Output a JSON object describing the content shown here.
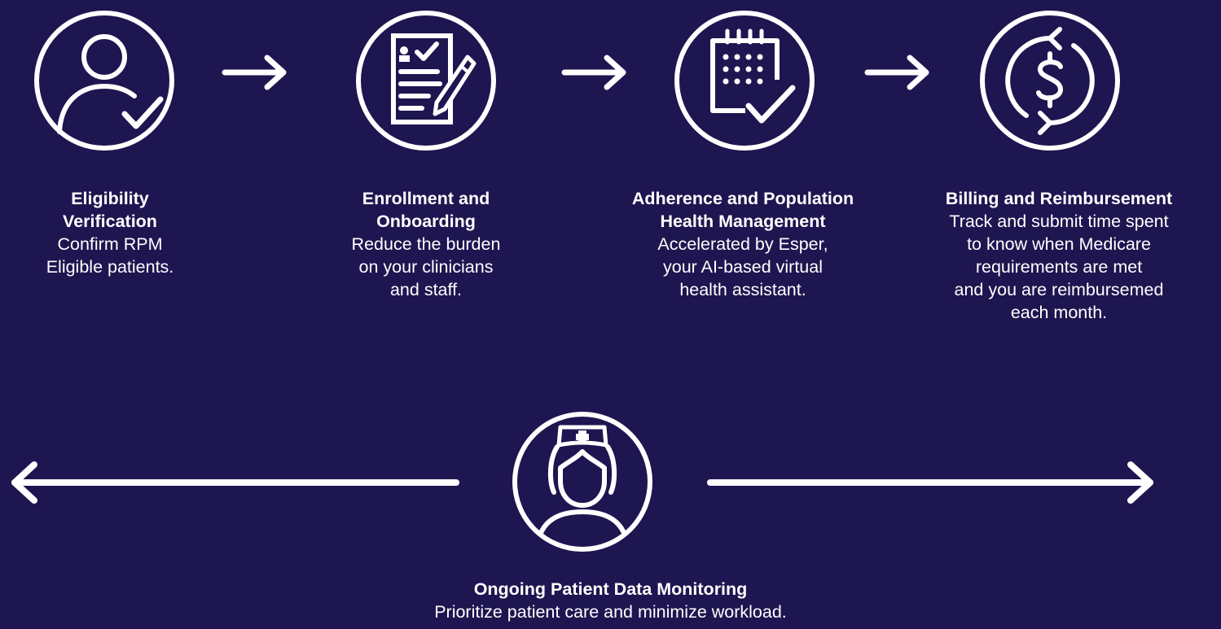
{
  "colors": {
    "background": "#1e1650",
    "foreground": "#ffffff"
  },
  "steps": [
    {
      "icon": "person-check-icon",
      "title": "Eligibility\nVerification",
      "description": "Confirm RPM\nEligible patients."
    },
    {
      "icon": "document-pencil-icon",
      "title": "Enrollment and\nOnboarding",
      "description": "Reduce the burden\non your clinicians\nand staff."
    },
    {
      "icon": "calendar-check-icon",
      "title": "Adherence and Population\nHealth Management",
      "description": "Accelerated by Esper,\nyour AI-based virtual\nhealth assistant."
    },
    {
      "icon": "dollar-cycle-icon",
      "title": "Billing and Reimbursement",
      "description": "Track and submit time spent\nto know when Medicare\nrequirements are met\nand you are reimbursemed\neach month."
    }
  ],
  "monitoring": {
    "icon": "nurse-icon",
    "title": "Ongoing Patient Data Monitoring",
    "description": "Prioritize patient care and minimize workload."
  }
}
